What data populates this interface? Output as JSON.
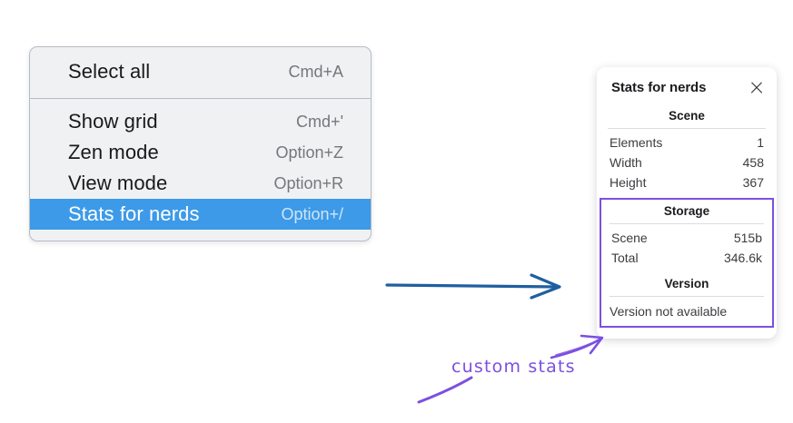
{
  "context_menu": {
    "groups": [
      {
        "items": [
          {
            "label": "Select all",
            "shortcut": "Cmd+A",
            "selected": false
          }
        ]
      },
      {
        "items": [
          {
            "label": "Show grid",
            "shortcut": "Cmd+'",
            "selected": false
          },
          {
            "label": "Zen mode",
            "shortcut": "Option+Z",
            "selected": false
          },
          {
            "label": "View mode",
            "shortcut": "Option+R",
            "selected": false
          },
          {
            "label": "Stats for nerds",
            "shortcut": "Option+/",
            "selected": true
          }
        ]
      }
    ],
    "selected_bg": "#3d9ae8"
  },
  "stats_panel": {
    "title": "Stats for nerds",
    "close_icon": "close-icon",
    "sections": [
      {
        "name": "scene",
        "heading": "Scene",
        "highlighted": false,
        "rows": [
          {
            "key": "Elements",
            "value": "1"
          },
          {
            "key": "Width",
            "value": "458"
          },
          {
            "key": "Height",
            "value": "367"
          }
        ]
      },
      {
        "name": "storage",
        "heading": "Storage",
        "highlighted": true,
        "rows": [
          {
            "key": "Scene",
            "value": "515b"
          },
          {
            "key": "Total",
            "value": "346.6k"
          }
        ]
      },
      {
        "name": "version",
        "heading": "Version",
        "highlighted": true,
        "text": "Version not available"
      }
    ],
    "highlight_color": "#7c4fe0"
  },
  "annotations": {
    "custom_stats_label": "custom stats",
    "arrow_blue_color": "#1f5fa0",
    "arrow_purple_color": "#7c4fe0"
  }
}
